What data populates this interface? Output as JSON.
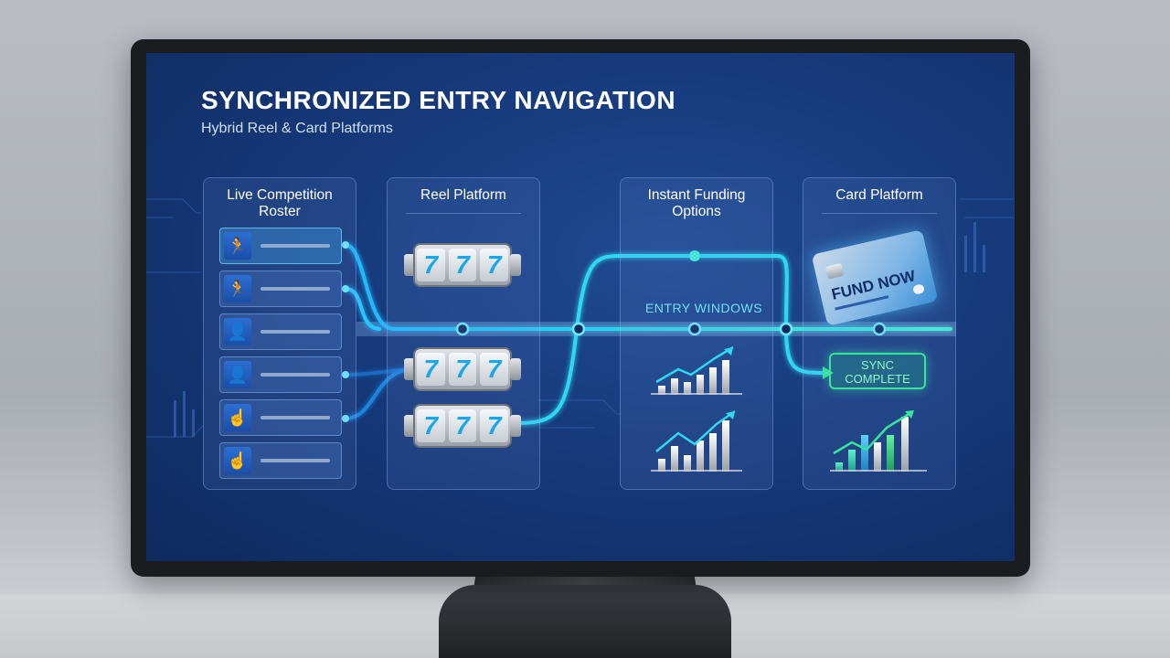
{
  "header": {
    "title": "SYNCHRONIZED ENTRY NAVIGATION",
    "subtitle": "Hybrid Reel & Card Platforms"
  },
  "panels": {
    "roster": {
      "title_line1": "Live Competition",
      "title_line2": "Roster"
    },
    "reel": {
      "title": "Reel Platform"
    },
    "funding": {
      "title_line1": "Instant Funding",
      "title_line2": "Options",
      "label": "ENTRY WINDOWS"
    },
    "card": {
      "title": "Card Platform"
    }
  },
  "card_widget": {
    "button_text": "FUND NOW"
  },
  "sync_badge": {
    "line1": "SYNC",
    "line2": "COMPLETE"
  },
  "reel_symbol": "7",
  "roster_icons": [
    "runner-icon",
    "runner-icon",
    "person-icon",
    "person-icon",
    "hand-pointer-icon",
    "hand-pointer-icon"
  ],
  "colors": {
    "accent": "#3fd3ff",
    "success": "#36e59b",
    "background": "#163a7c"
  }
}
